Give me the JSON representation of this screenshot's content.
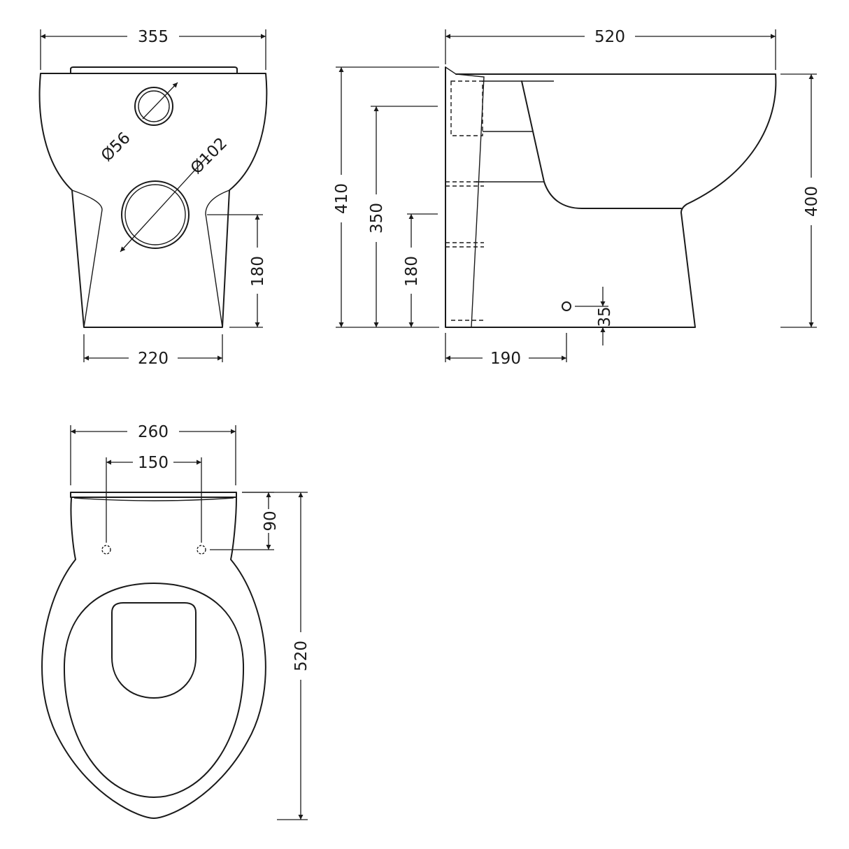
{
  "front_view": {
    "overall_width": "355",
    "base_width": "220",
    "outlet_height": "180",
    "small_hole_diameter": "Ø56",
    "large_hole_diameter": "Ø102"
  },
  "side_view": {
    "overall_depth": "520",
    "overall_height": "410",
    "rim_height": "400",
    "inlet_height": "350",
    "outlet_height": "180",
    "outlet_projection": "190",
    "fixing_height": "35"
  },
  "top_view": {
    "overall_width": "260",
    "hinge_spacing": "150",
    "hinge_setback": "90",
    "overall_depth": "520"
  },
  "colors": {
    "line": "#1a1a1a",
    "background": "#ffffff"
  }
}
